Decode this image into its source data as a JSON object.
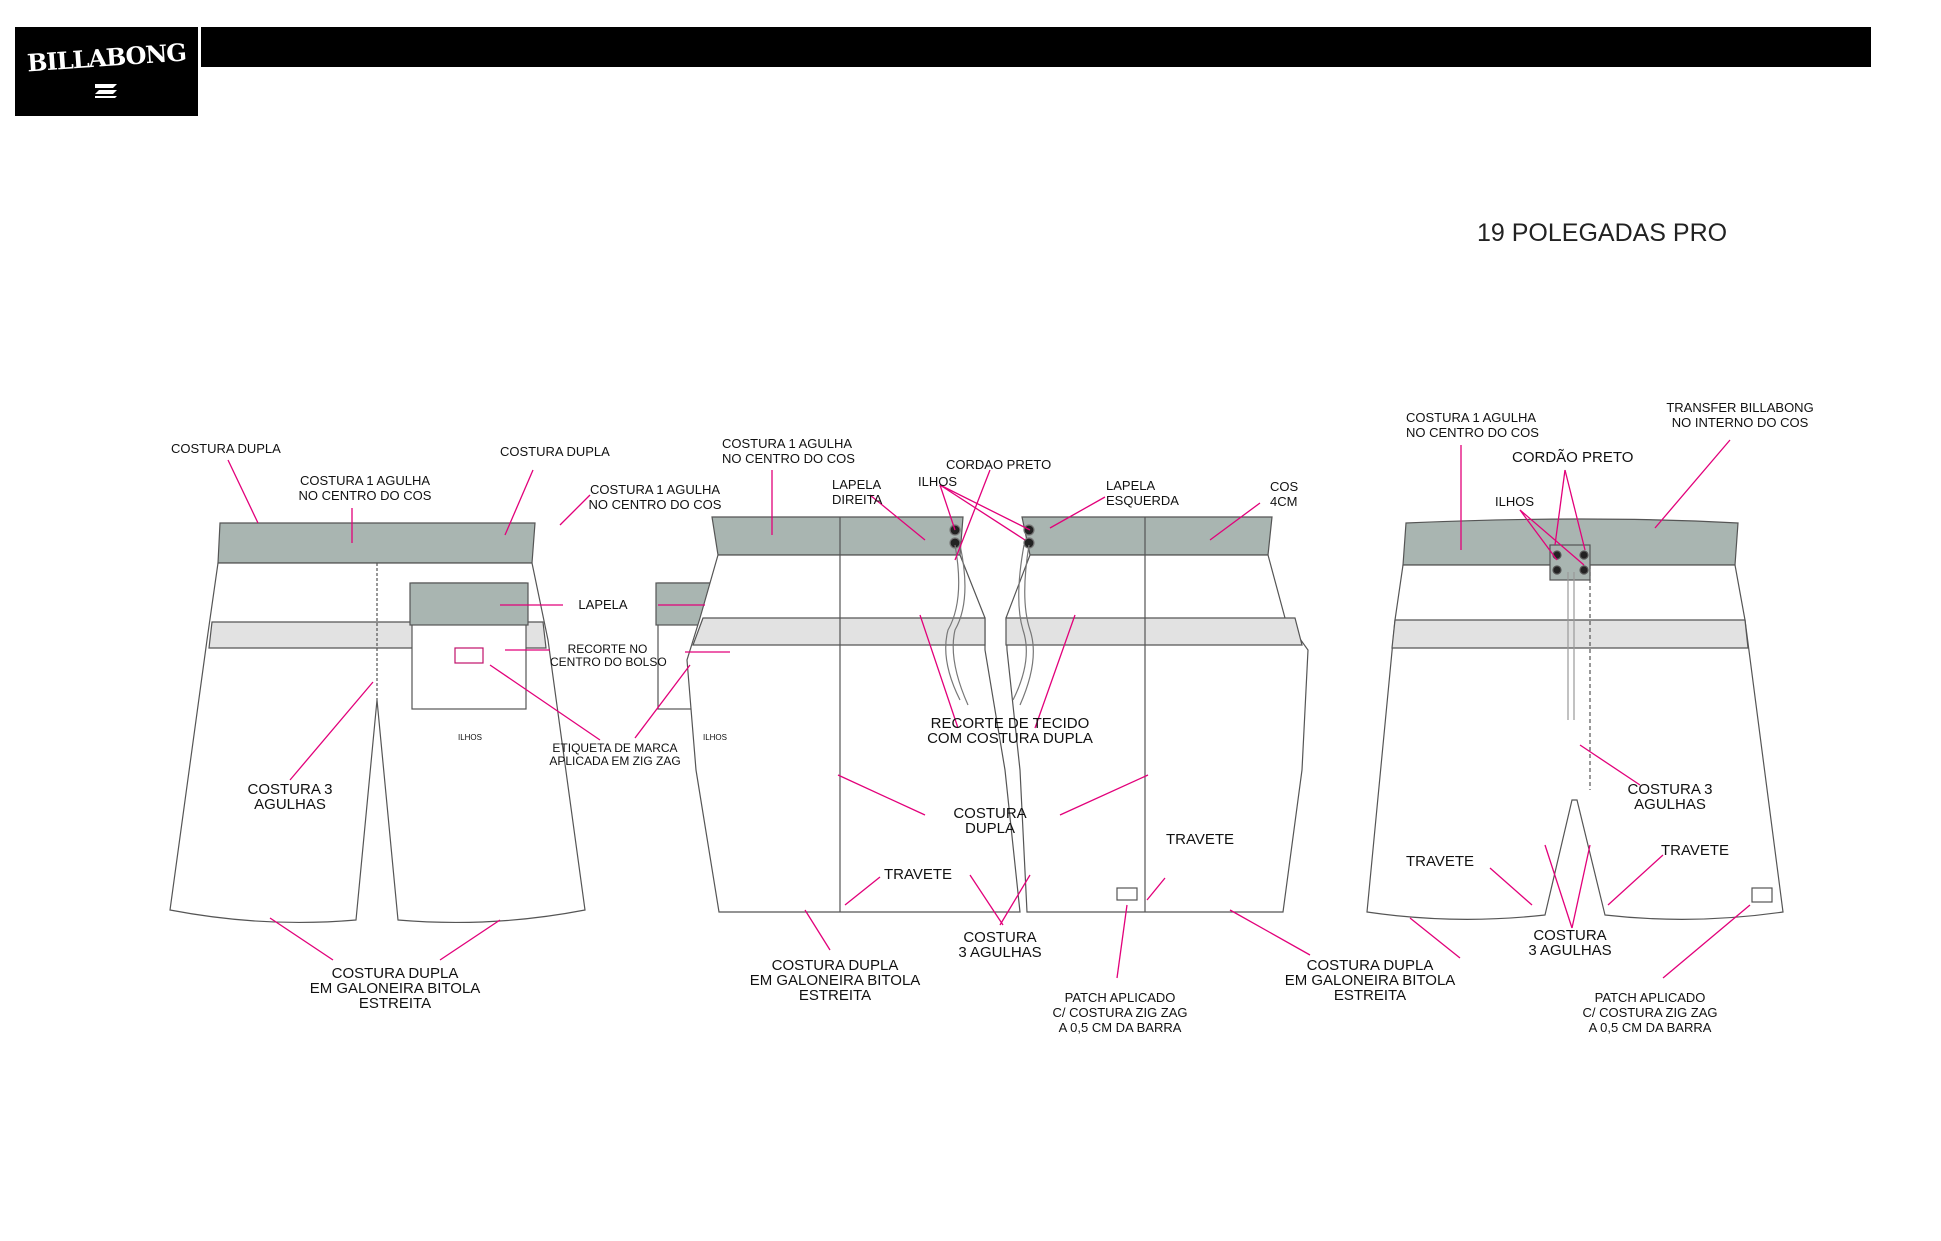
{
  "header": {
    "brand": "BILLABONG",
    "title": "19 POLEGADAS PRO"
  },
  "colors": {
    "waistband": "#a9b5b1",
    "stripe": "#e2e2e2",
    "callout_line": "#e2007a",
    "outline": "#555555"
  },
  "labels": {
    "back_costura_dupla_left": "COSTURA DUPLA",
    "back_costura_dupla_right": "COSTURA DUPLA",
    "back_costura_1_agulha_center": "COSTURA 1 AGULHA\nNO CENTRO DO COS",
    "back_costura_1_agulha_right": "COSTURA 1 AGULHA\nNO CENTRO DO COS",
    "back_lapela": "LAPELA",
    "back_recorte_bolso": "RECORTE NO\nCENTRO DO BOLSO",
    "back_etiqueta": "ETIQUETA DE MARCA\nAPLICADA EM ZIG ZAG",
    "back_ilhos_left": "ILHOS",
    "back_ilhos_right": "ILHOS",
    "back_costura_3_agulhas": "COSTURA 3\nAGULHAS",
    "back_costura_dupla_barra": "COSTURA DUPLA\nEM GALONEIRA BITOLA\nESTREITA",
    "front_costura_1_agulha": "COSTURA 1 AGULHA\nNO CENTRO DO COS",
    "front_lapela_direita": "LAPELA\nDIREITA",
    "front_ilhos": "ILHOS",
    "front_cordao_preto": "CORDAO PRETO",
    "front_lapela_esquerda": "LAPELA\nESQUERDA",
    "front_cos": "COS\n4CM",
    "front_recorte_tecido": "RECORTE DE TECIDO\nCOM COSTURA DUPLA",
    "front_costura_dupla": "COSTURA\nDUPLA",
    "front_travete_left": "TRAVETE",
    "front_travete_right": "TRAVETE",
    "front_costura_3_agulhas": "COSTURA\n3 AGULHAS",
    "front_costura_dupla_barra_left": "COSTURA DUPLA\nEM GALONEIRA BITOLA\nESTREITA",
    "front_costura_dupla_barra_right": "COSTURA DUPLA\nEM GALONEIRA BITOLA\nESTREITA",
    "front_patch": "PATCH APLICADO\nC/ COSTURA ZIG ZAG\nA 0,5 CM DA BARRA",
    "right_costura_1_agulha": "COSTURA 1 AGULHA\nNO CENTRO DO COS",
    "right_transfer": "TRANSFER BILLABONG\nNO INTERNO DO COS",
    "right_cordao_preto": "CORDÃO PRETO",
    "right_ilhos": "ILHOS",
    "right_costura_3_agulhas_upper": "COSTURA 3\nAGULHAS",
    "right_travete_left": "TRAVETE",
    "right_travete_right": "TRAVETE",
    "right_costura_3_agulhas_lower": "COSTURA\n3 AGULHAS",
    "right_patch": "PATCH APLICADO\nC/ COSTURA ZIG ZAG\nA 0,5 CM DA BARRA"
  }
}
